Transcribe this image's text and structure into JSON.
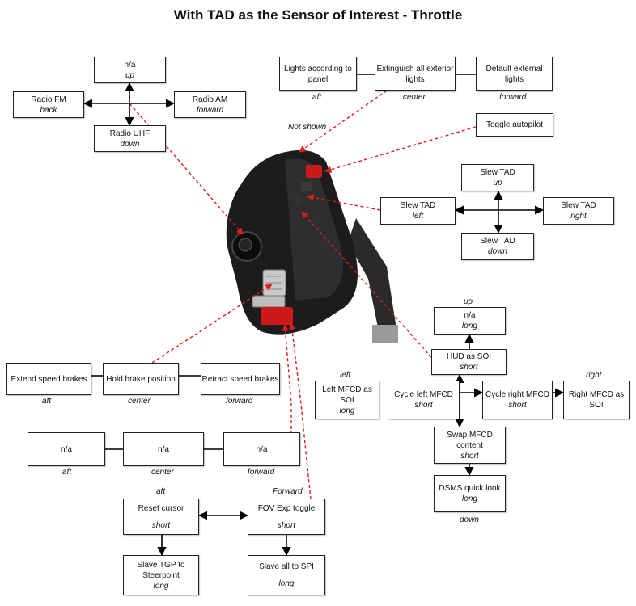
{
  "title": "With TAD as the Sensor of Interest - Throttle",
  "radio": {
    "up": {
      "label": "n/a",
      "sub": "up"
    },
    "fm": {
      "label": "Radio FM",
      "sub": "back"
    },
    "am": {
      "label": "Radio AM",
      "sub": "forward"
    },
    "uhf": {
      "label": "Radio UHF",
      "sub": "down"
    }
  },
  "lights": {
    "aft": {
      "label": "Lights according to panel",
      "pos": "aft"
    },
    "center": {
      "label": "Extinguish all exterior lights",
      "pos": "center"
    },
    "forward": {
      "label": "Default external lights",
      "pos": "forward"
    },
    "not_shown": "Not shown"
  },
  "autopilot": {
    "label": "Toggle autopilot"
  },
  "tad": {
    "up": {
      "label": "Slew TAD",
      "sub": "up"
    },
    "left": {
      "label": "Slew TAD",
      "sub": "left"
    },
    "right": {
      "label": "Slew TAD",
      "sub": "right"
    },
    "down": {
      "label": "Slew TAD",
      "sub": "down"
    }
  },
  "mfcd": {
    "up_label": "up",
    "na_long": {
      "label": "n/a",
      "sub": "long"
    },
    "hud": {
      "label": "HUD as SOI",
      "sub": "short"
    },
    "left_label": "left",
    "right_label": "right",
    "left_mfcd": {
      "label": "Left MFCD as SOI",
      "sub": "long"
    },
    "cycle_left": {
      "label": "Cycle left MFCD",
      "sub": "short"
    },
    "cycle_right": {
      "label": "Cycle right MFCD",
      "sub": "short"
    },
    "right_mfcd": {
      "label": "Right MFCD as SOI"
    },
    "swap": {
      "label": "Swap MFCD content",
      "sub": "short"
    },
    "dsms": {
      "label": "DSMS quick look",
      "sub": "long"
    },
    "down_label": "down"
  },
  "speedbrake": {
    "extend": {
      "label": "Extend speed brakes",
      "pos": "aft"
    },
    "hold": {
      "label": "Hold brake position",
      "pos": "center"
    },
    "retract": {
      "label": "Retract speed brakes",
      "pos": "forward"
    }
  },
  "na_row": {
    "aft": {
      "label": "n/a",
      "pos": "aft"
    },
    "center": {
      "label": "n/a",
      "pos": "center"
    },
    "forward": {
      "label": "n/a",
      "pos": "forward"
    }
  },
  "cursor": {
    "aft_label": "aft",
    "forward_label": "Forward",
    "reset": {
      "label": "Reset cursor",
      "sub": "short"
    },
    "fov": {
      "label": "FOV Exp toggle",
      "sub": "short"
    },
    "slave_tgp": {
      "label": "Slave TGP to Steerpoint",
      "sub": "long"
    },
    "slave_spi": {
      "label": "Slave all to SPI",
      "sub": "long"
    }
  },
  "colors": {
    "leader": "#e01e1e",
    "arrow": "#000000",
    "throttle_body": "#1c1c1c",
    "button_red": "#cc1a1a"
  }
}
